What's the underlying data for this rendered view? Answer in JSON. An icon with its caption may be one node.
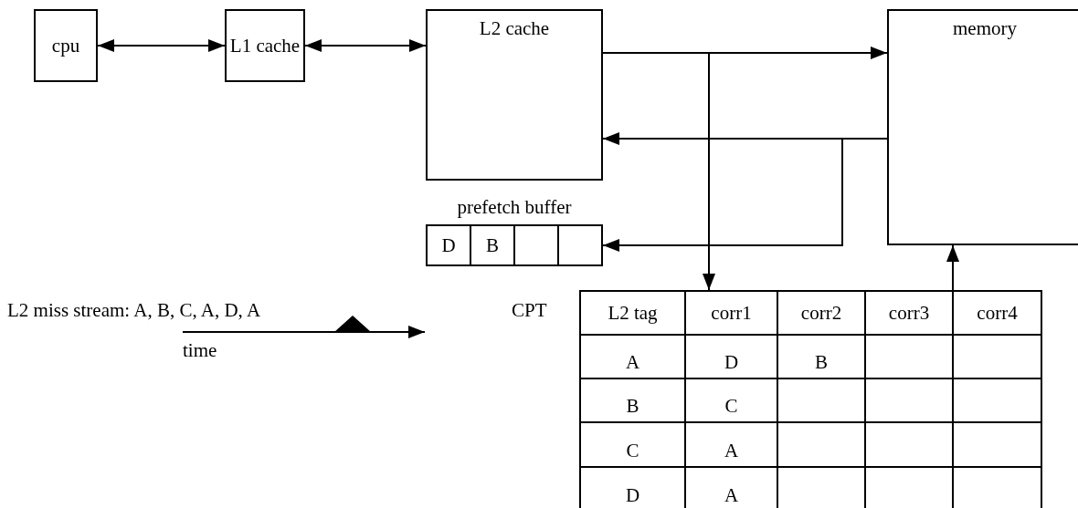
{
  "diagram": {
    "nodes": [
      {
        "text": [
          "cpu"
        ]
      },
      {
        "text": [
          "L1 cache"
        ]
      },
      {
        "text": [
          "L2 cache"
        ]
      },
      {
        "text": [
          "memory"
        ]
      },
      {
        "text": [
          "prefetch buffer"
        ]
      },
      {
        "text": [
          "CPT"
        ]
      }
    ],
    "edges": [
      {
        "from": 0,
        "to": 1,
        "arrow": "both"
      },
      {
        "from": 1,
        "to": 2,
        "arrow": "both"
      },
      {
        "from": 2,
        "to": 3,
        "arrow": "to"
      },
      {
        "from": 2,
        "to": 5,
        "arrow": "to"
      },
      {
        "from": 3,
        "to": 2,
        "arrow": "to"
      },
      {
        "from": 3,
        "to": 4,
        "arrow": "to"
      },
      {
        "from": 5,
        "to": 3,
        "arrow": "to"
      }
    ],
    "labels": [
      "D",
      "B",
      "L2 miss stream: A, B, C, A, D, A",
      "L2 tag",
      "corr1",
      "corr2",
      "corr3",
      "corr4",
      "time",
      "A",
      "D",
      "B",
      "B",
      "C",
      "C",
      "A",
      "D",
      "A"
    ]
  }
}
